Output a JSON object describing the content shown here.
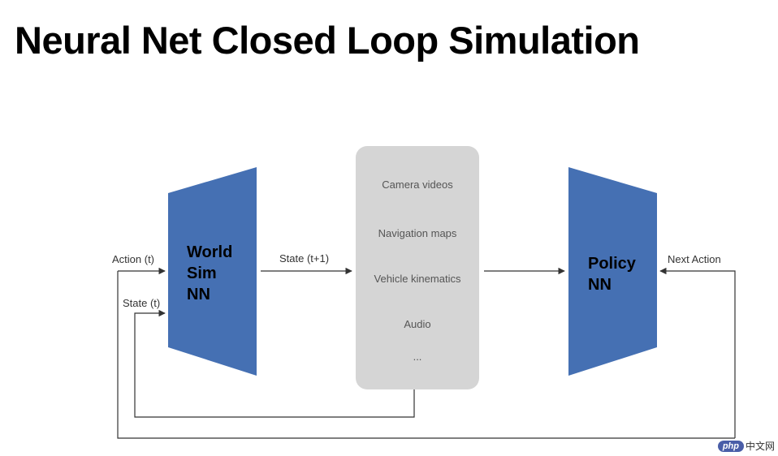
{
  "title": "Neural Net Closed Loop Simulation",
  "colors": {
    "block": "#4570b3",
    "state_box": "#d5d5d5",
    "line": "#333333"
  },
  "world_sim": {
    "lines": [
      "World",
      "Sim",
      "NN"
    ]
  },
  "policy": {
    "lines": [
      "Policy",
      "NN"
    ]
  },
  "state_items": [
    "Camera videos",
    "Navigation maps",
    "Vehicle kinematics",
    "Audio",
    "..."
  ],
  "edges": {
    "action_t": "Action (t)",
    "state_t": "State (t)",
    "state_t1": "State (t+1)",
    "next_action": "Next Action"
  },
  "watermark": {
    "badge": "php",
    "text": "中文网"
  }
}
